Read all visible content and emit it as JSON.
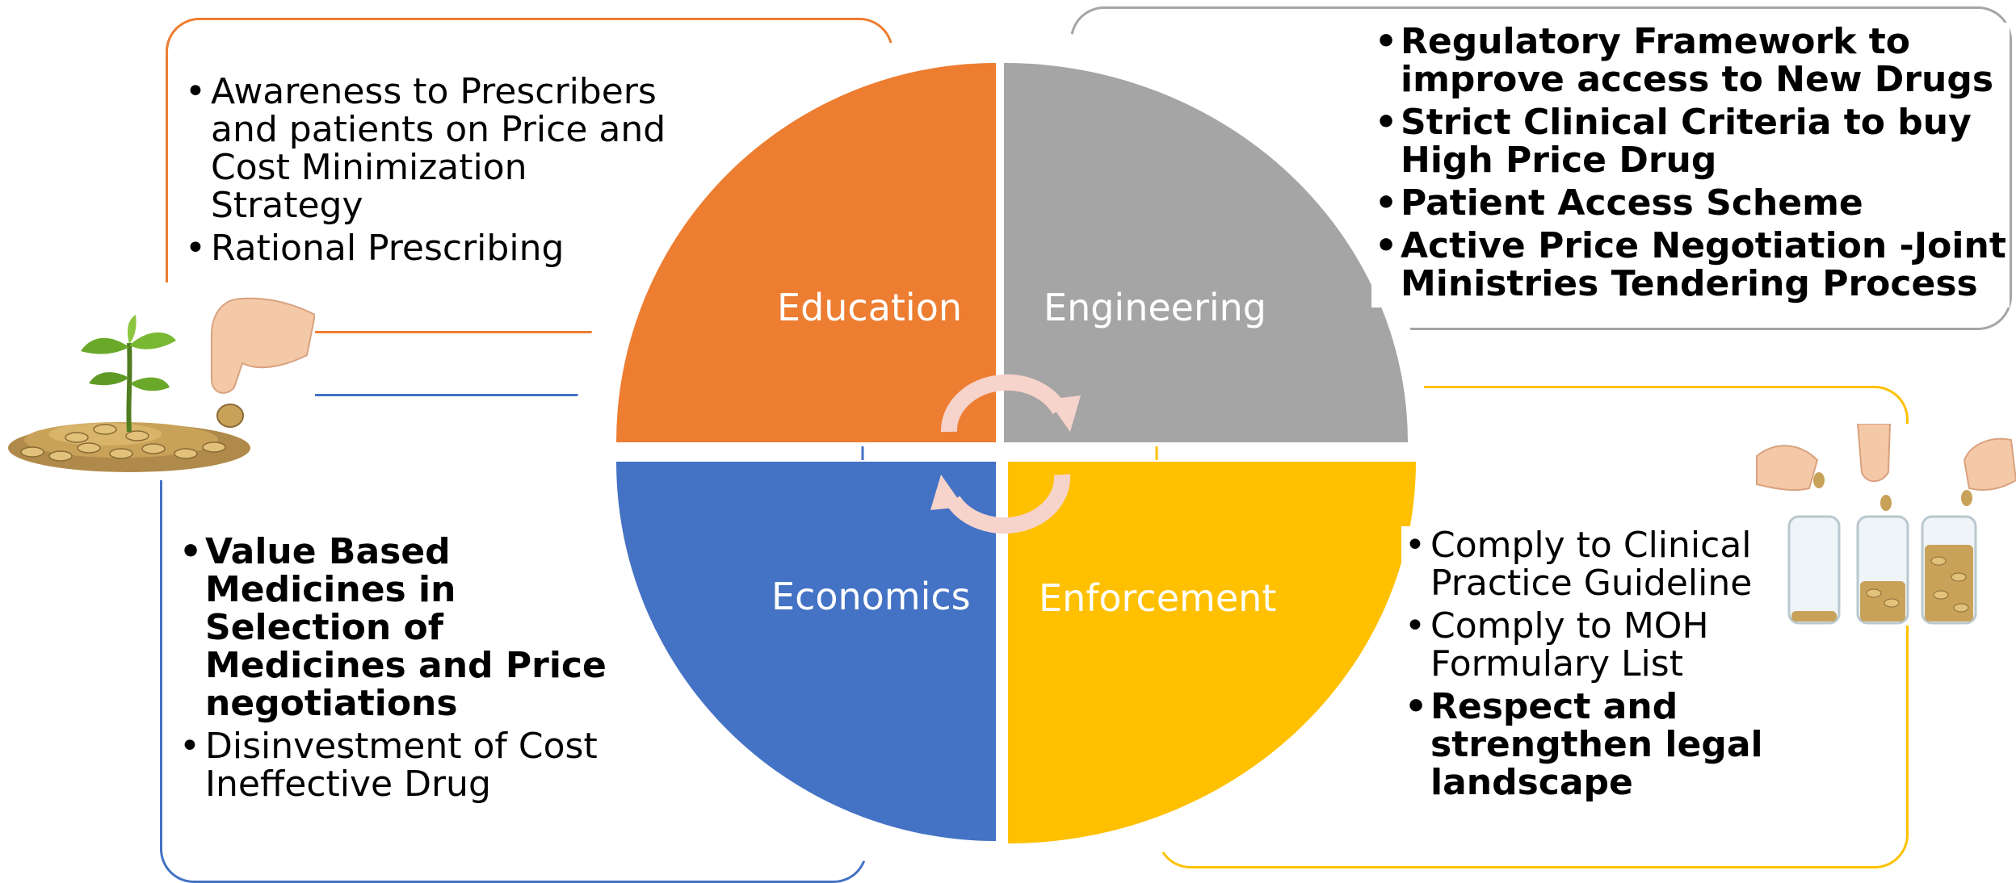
{
  "diagram": {
    "quadrants": [
      {
        "id": "education",
        "label": "Education",
        "color": "#ED7D31"
      },
      {
        "id": "engineering",
        "label": "Engineering",
        "color": "#A5A5A5"
      },
      {
        "id": "economics",
        "label": "Economics",
        "color": "#4472C4"
      },
      {
        "id": "enforcement",
        "label": "Enforcement",
        "color": "#FFC000"
      }
    ],
    "arrow_color": "#F6D3CB",
    "boxes": {
      "education": {
        "border_color": "#ED7D31",
        "items": [
          {
            "text": "Awareness to Prescribers and patients on Price and Cost Minimization Strategy",
            "bold": false
          },
          {
            "text": "Rational Prescribing",
            "bold": false
          }
        ]
      },
      "engineering": {
        "border_color": "#A5A5A5",
        "items": [
          {
            "text": "Regulatory Framework to improve access to New Drugs",
            "bold": true
          },
          {
            "text": "Strict Clinical Criteria to buy High Price Drug",
            "bold": true
          },
          {
            "text": "Patient Access Scheme",
            "bold": true
          },
          {
            "text": "Active Price Negotiation -Joint Ministries Tendering Process",
            "bold": true
          }
        ]
      },
      "economics": {
        "border_color": "#4472C4",
        "items": [
          {
            "text": "Value Based Medicines in Selection of Medicines and Price negotiations",
            "bold": true
          },
          {
            "text": "Disinvestment of Cost Ineffective Drug",
            "bold": false
          }
        ]
      },
      "enforcement": {
        "border_color": "#FFC000",
        "items": [
          {
            "text": "Comply to Clinical Practice Guideline",
            "bold": false
          },
          {
            "text": "Comply to MOH Formulary List",
            "bold": false
          },
          {
            "text": "Respect and strengthen legal landscape",
            "bold": true
          }
        ]
      }
    },
    "images": {
      "left": "plant-growing-from-coins",
      "right": "hands-dropping-coins-into-jars"
    }
  }
}
